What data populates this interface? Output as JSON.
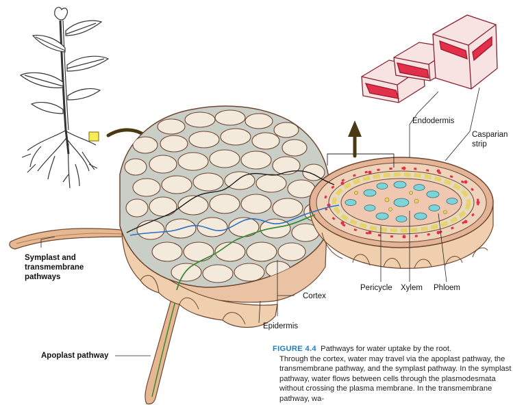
{
  "labels": {
    "endodermis": "Endodermis",
    "casparian_strip_line1": "Casparian",
    "casparian_strip_line2": "strip",
    "symplast_line1": "Symplast and",
    "symplast_line2": "transmembrane",
    "symplast_line3": "pathways",
    "pericycle": "Pericycle",
    "xylem": "Xylem",
    "phloem": "Phloem",
    "cortex": "Cortex",
    "epidermis": "Epidermis",
    "apoplast": "Apoplast pathway"
  },
  "caption": {
    "figure_number": "FIGURE 4.4",
    "title": "Pathways for water uptake by the root.",
    "body": "Through the cortex, water may travel via the apoplast pathway, the transmembrane pathway, and the symplast pathway. In the symplast pathway, water flows between cells through the plasmodesmata without crossing the plasma membrane. In the transmembrane pathway, wa-"
  },
  "colors": {
    "cell_wall": "#d9a98a",
    "cell_outline": "#6e4530",
    "cytoplasm": "#f3eadc",
    "intercellular": "#c9cfc6",
    "casparian": "#e0304a",
    "xylem": "#7dd3d8",
    "phloem_companion": "#e8d36a",
    "symplast_path": "#2a6fc0",
    "transmembrane_path": "#1a1a1a",
    "apoplast_path": "#3d8a3a",
    "caption_blue": "#1e7fc0",
    "arrow": "#4a3a14"
  }
}
